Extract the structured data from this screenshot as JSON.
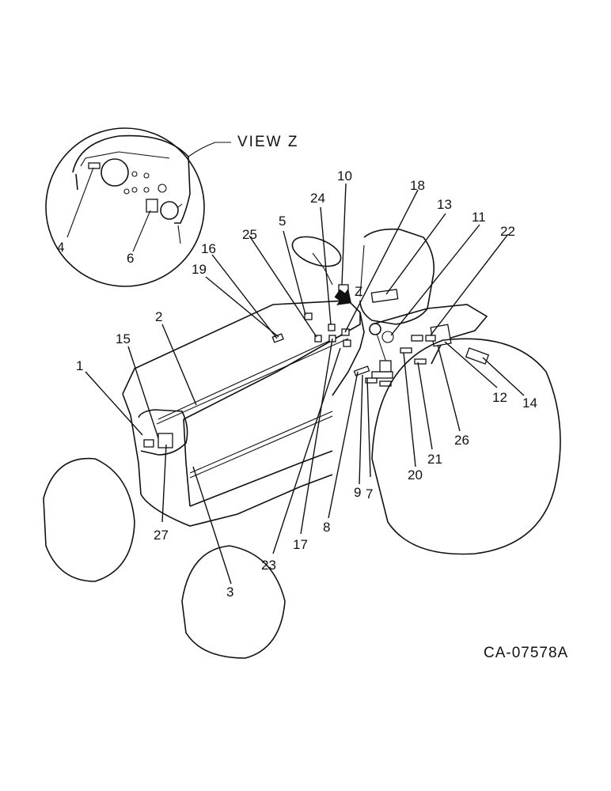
{
  "view_label": "VIEW Z",
  "view_arrow_label": "Z",
  "drawing_code": "CA-07578A",
  "callouts": [
    "1",
    "2",
    "3",
    "4",
    "5",
    "6",
    "7",
    "8",
    "9",
    "10",
    "11",
    "12",
    "13",
    "14",
    "15",
    "16",
    "17",
    "18",
    "19",
    "20",
    "21",
    "22",
    "23",
    "24",
    "25",
    "26",
    "27"
  ]
}
